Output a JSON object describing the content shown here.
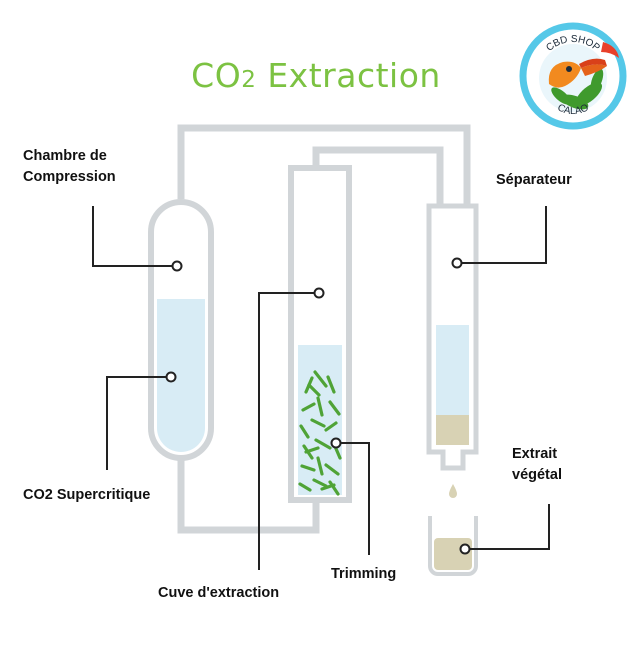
{
  "title": {
    "main": "CO",
    "sub": "2",
    "rest": " Extraction"
  },
  "labels": {
    "chambre_line1": "Chambre de",
    "chambre_line2": "Compression",
    "co2": "CO2 Supercritique",
    "cuve": "Cuve d'extraction",
    "trimming": "Trimming",
    "separateur": "Séparateur",
    "extrait_line1": "Extrait",
    "extrait_line2": "végétal"
  },
  "logo": {
    "text_top": "CBD SHOP",
    "text_bottom": "CALAO",
    "colors": {
      "ring": "#55c8e8",
      "beak": "#f28a1f",
      "leaf": "#3f9a2d"
    }
  },
  "colors": {
    "pipe": "#cfd3d6",
    "liquid": "#d8ecf5",
    "extract": "#d8d2b4",
    "leaf": "#4fa336",
    "title": "#7cc242"
  }
}
